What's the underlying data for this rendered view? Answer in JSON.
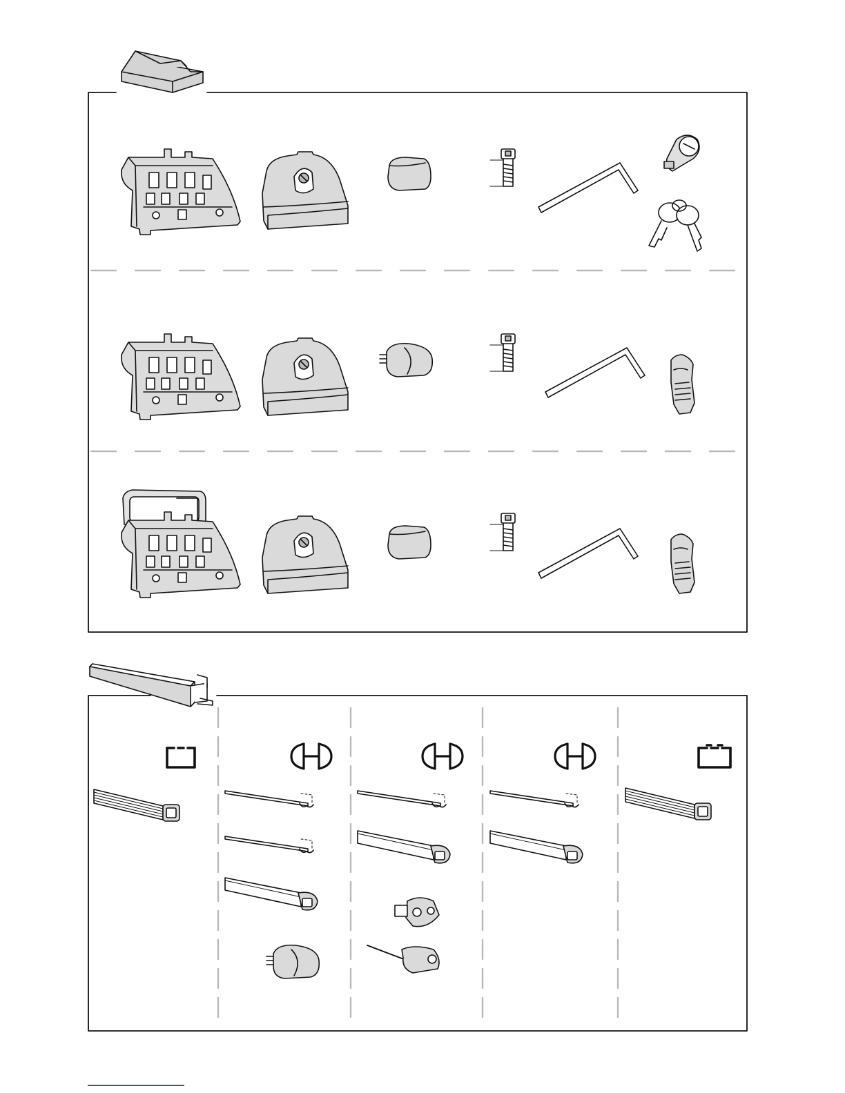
{
  "page": {
    "background": "#ffffff",
    "line_color": "#111111",
    "fill_light": "#d8d8d8",
    "fill_mid": "#bdbdbd",
    "divider_color": "#b9b9b9",
    "link_color": "#3a4fb0"
  },
  "foot_kit_box": {
    "box_icon": "cardboard-box-icon",
    "rows": [
      {
        "name": "variant-1",
        "parts": [
          "foot-bracket-icon",
          "foot-cover-icon",
          "end-cap-icon",
          "hex-bolt-icon",
          "allen-key-icon",
          "lock-cylinder-icon",
          "keys-icon"
        ]
      },
      {
        "name": "variant-2",
        "parts": [
          "foot-bracket-icon",
          "foot-cover-icon",
          "end-cap-with-pins-icon",
          "hex-bolt-icon",
          "allen-key-icon",
          "lock-tool-icon"
        ]
      },
      {
        "name": "variant-3",
        "parts": [
          "foot-bracket-with-adapter-icon",
          "foot-cover-icon",
          "end-cap-icon",
          "hex-bolt-icon",
          "allen-key-icon",
          "lock-tool-icon"
        ]
      }
    ]
  },
  "bar_box": {
    "bar_icon": "load-bar-icon",
    "columns": [
      {
        "profile": "square-profile-icon",
        "parts": [
          "square-bar-icon"
        ]
      },
      {
        "profile": "aero-profile-icon",
        "parts": [
          "rubber-strip-icon",
          "rubber-strip-icon",
          "aero-bar-icon",
          "end-cap-with-pins-icon"
        ]
      },
      {
        "profile": "aero-profile-icon",
        "parts": [
          "rubber-strip-icon",
          "aero-bar-icon",
          "t-track-adapter-icon",
          "end-cap-with-cable-icon"
        ]
      },
      {
        "profile": "aero-profile-icon",
        "parts": [
          "rubber-strip-icon",
          "aero-bar-icon"
        ]
      },
      {
        "profile": "square-profile-icon",
        "parts": [
          "square-bar-icon"
        ]
      }
    ]
  }
}
